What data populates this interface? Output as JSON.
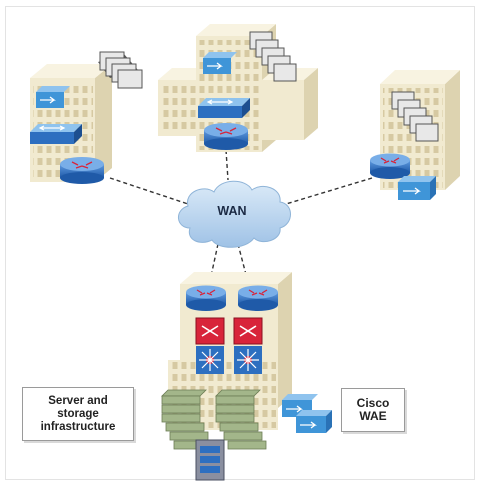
{
  "wan": {
    "label": "WAN"
  },
  "server_box": {
    "label": "Server and\nstorage\ninfrastructure"
  },
  "wae_box": {
    "label": "Cisco\nWAE"
  },
  "colors": {
    "building": "#f1ead0",
    "building_side": "#ddd3b0",
    "window": "#d4c6a0",
    "router": "#2d6fc0",
    "switch": "#3a80d4",
    "wae": "#3f95d8",
    "cloud": "#bcd6ee",
    "firewall": "#d8243a",
    "server": "#a3b68a"
  },
  "icons": [
    "building-icon",
    "router-icon",
    "switch-icon",
    "wae-icon",
    "pc-icon",
    "cloud-icon",
    "firewall-icon",
    "server-icon",
    "storage-icon"
  ]
}
